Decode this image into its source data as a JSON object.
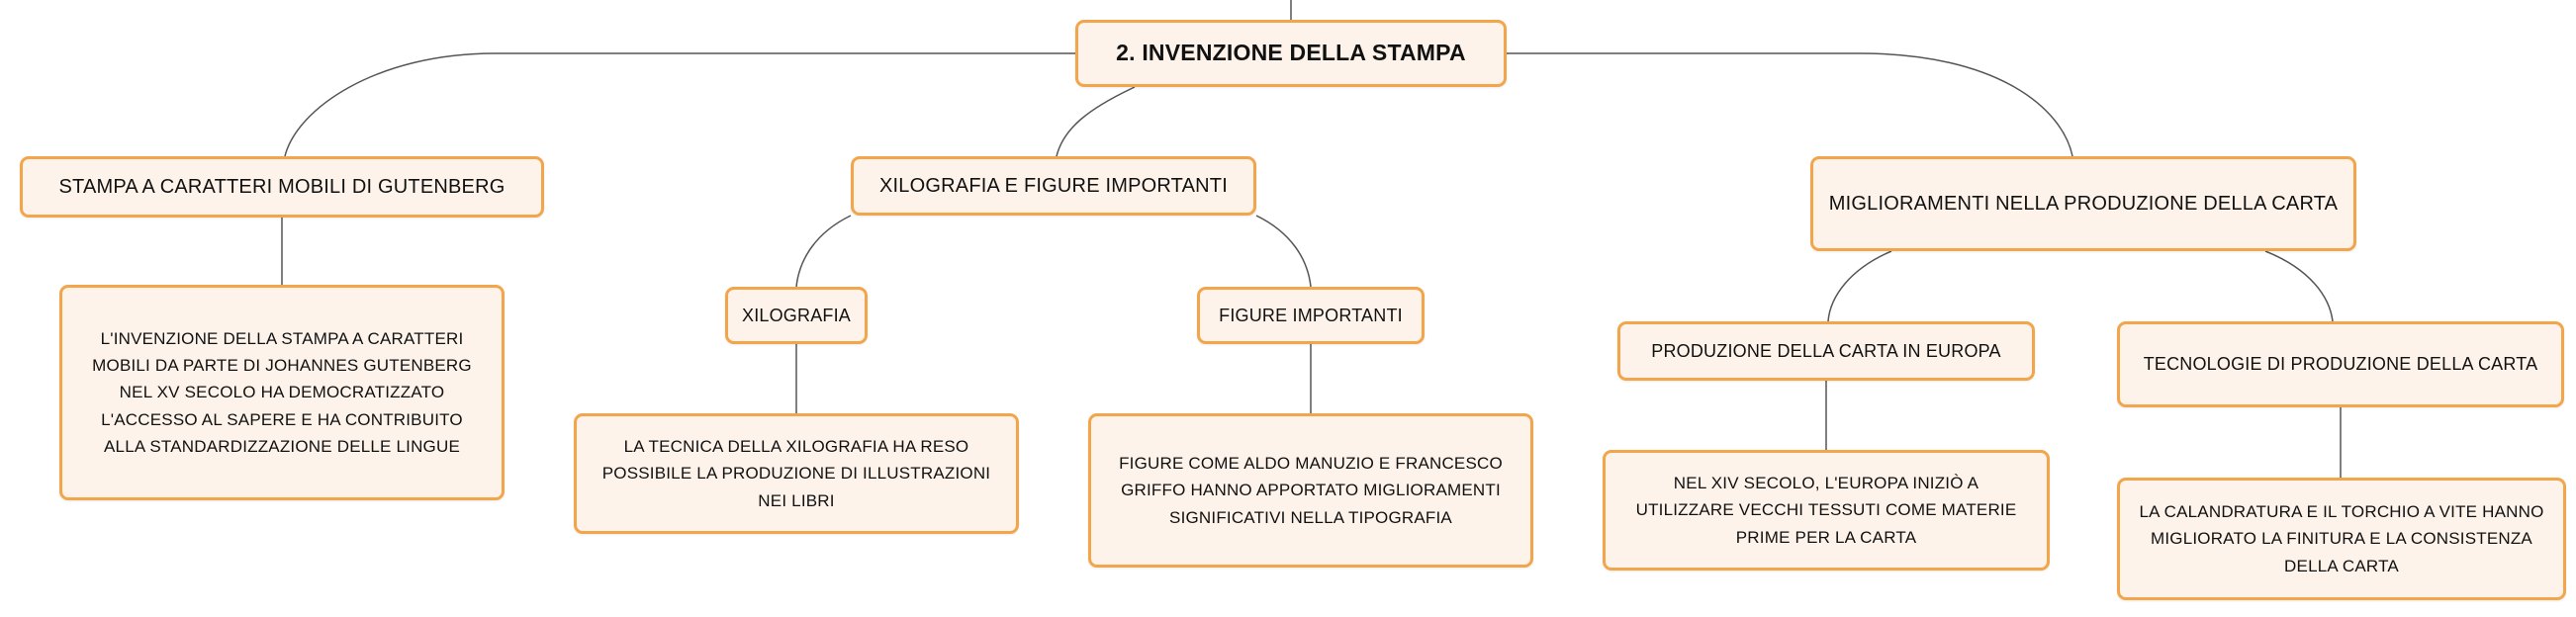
{
  "root": {
    "label": "2. INVENZIONE DELLA STAMPA"
  },
  "branches": {
    "gutenberg": {
      "label": "STAMPA A CARATTERI MOBILI DI GUTENBERG",
      "desc": "L'INVENZIONE DELLA STAMPA A CARATTERI MOBILI DA PARTE DI JOHANNES GUTENBERG NEL XV SECOLO HA DEMOCRATIZZATO L'ACCESSO AL SAPERE E HA CONTRIBUITO ALLA STANDARDIZZAZIONE DELLE LINGUE"
    },
    "xilografia_figure": {
      "label": "XILOGRAFIA E FIGURE IMPORTANTI",
      "xilografia": {
        "label": "XILOGRAFIA",
        "desc": "LA TECNICA DELLA XILOGRAFIA HA RESO POSSIBILE LA PRODUZIONE DI ILLUSTRAZIONI NEI LIBRI"
      },
      "figure": {
        "label": "FIGURE IMPORTANTI",
        "desc": "FIGURE COME ALDO MANUZIO E FRANCESCO GRIFFO HANNO APPORTATO MIGLIORAMENTI SIGNIFICATIVI NELLA TIPOGRAFIA"
      }
    },
    "carta": {
      "label": "MIGLIORAMENTI NELLA PRODUZIONE DELLA CARTA",
      "europa": {
        "label": "PRODUZIONE DELLA CARTA IN EUROPA",
        "desc": "NEL XIV SECOLO, L'EUROPA INIZIÒ A UTILIZZARE VECCHI TESSUTI COME MATERIE PRIME PER LA CARTA"
      },
      "tecnologie": {
        "label": "TECNOLOGIE DI PRODUZIONE DELLA CARTA",
        "desc": "LA CALANDRATURA E IL TORCHIO A VITE HANNO MIGLIORATO LA FINITURA E LA CONSISTENZA DELLA CARTA"
      }
    }
  },
  "colors": {
    "border": "#f2a54a",
    "fill": "#fdf3ea",
    "line": "#555555"
  }
}
